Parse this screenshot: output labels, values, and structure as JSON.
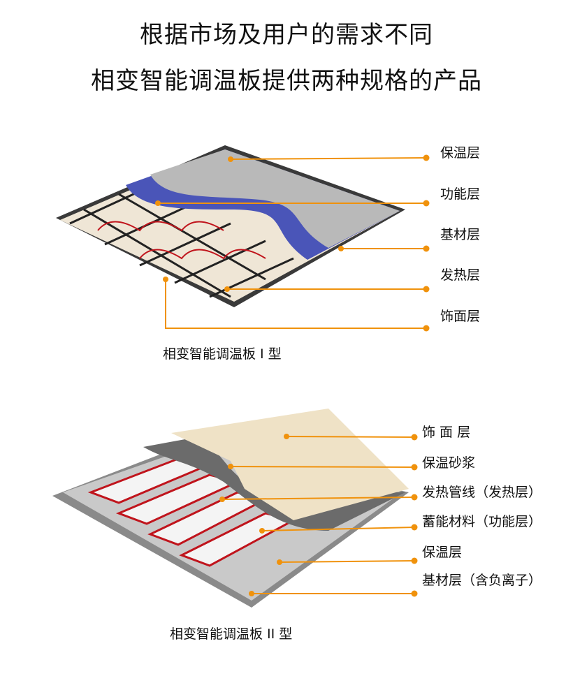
{
  "heading": {
    "line1": "根据市场及用户的需求不同",
    "line2": "相变智能调温板提供两种规格的产品"
  },
  "product1": {
    "caption": "相变智能调温板 I 型",
    "layers": [
      "保温层",
      "功能层",
      "基材层",
      "发热层",
      "饰面层"
    ]
  },
  "product2": {
    "caption": "相变智能调温板 II 型",
    "layers": [
      "饰 面 层",
      "保温砂浆",
      "发热管线（发热层）",
      "蓄能材料（功能层）",
      "保温层",
      "基材层（含负离子）"
    ]
  },
  "colors": {
    "leader": "#f0920c",
    "functional": "#4a55b8",
    "heating": "#c0141c"
  }
}
